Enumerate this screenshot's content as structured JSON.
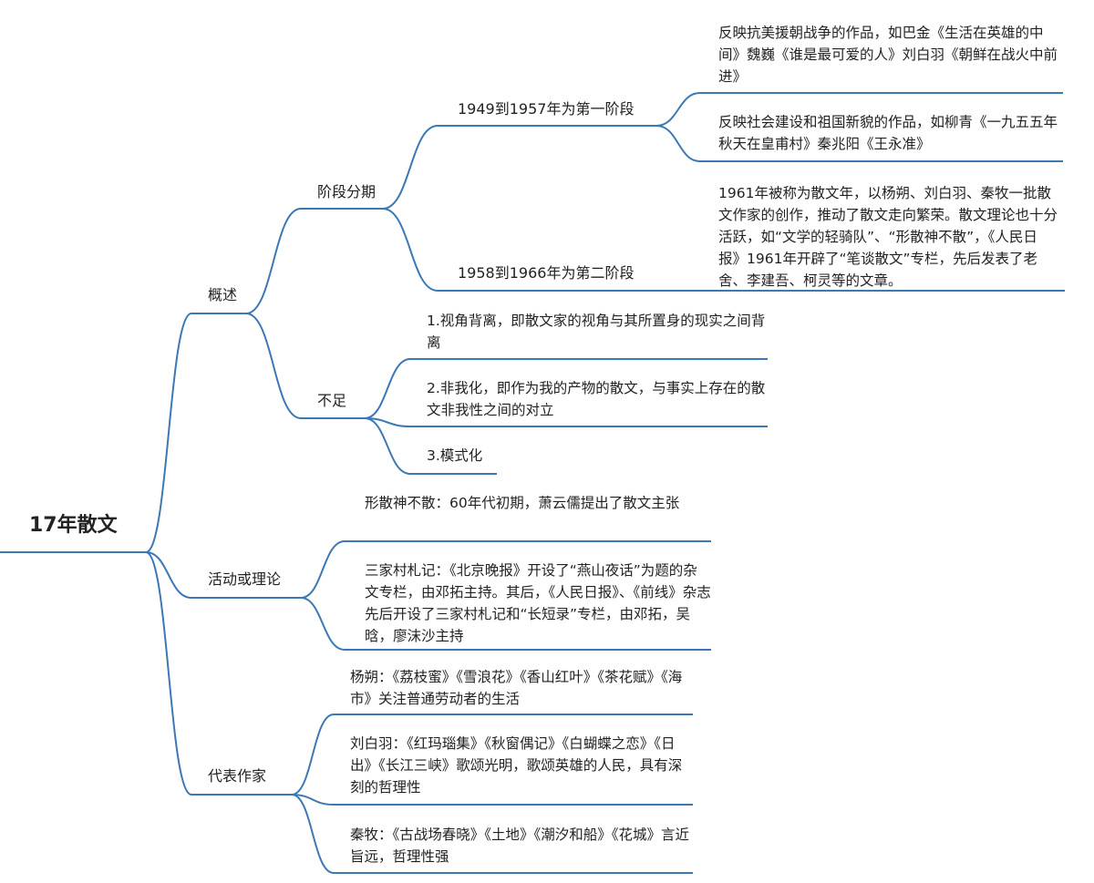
{
  "accent": "#3b78b4",
  "root": "17年散文",
  "overview": {
    "label": "概述",
    "periods": {
      "label": "阶段分期",
      "stage1": {
        "label": "1949到1957年为第一阶段",
        "items": [
          "反映抗美援朝战争的作品，如巴金《生活在英雄的中间》魏巍《谁是最可爱的人》刘白羽《朝鲜在战火中前进》",
          "反映社会建设和祖国新貌的作品，如柳青《一九五五年秋天在皇甫村》秦兆阳《王永准》"
        ]
      },
      "stage2": {
        "label": "1958到1966年为第二阶段",
        "items": [
          "1961年被称为散文年，以杨朔、刘白羽、秦牧一批散文作家的创作，推动了散文走向繁荣。散文理论也十分活跃，如“文学的轻骑队”、“形散神不散”，《人民日报》1961年开辟了“笔谈散文”专栏，先后发表了老舍、李建吾、柯灵等的文章。"
        ]
      }
    },
    "shortcomings": {
      "label": "不足",
      "items": [
        "1.视角背离，即散文家的视角与其所置身的现实之间背离",
        "2.非我化，即作为我的产物的散文，与事实上存在的散文非我性之间的对立",
        "3.模式化"
      ]
    }
  },
  "activities": {
    "label": "活动或理论",
    "items": [
      "形散神不散：60年代初期，萧云儒提出了散文主张",
      "三家村札记：《北京晚报》开设了“燕山夜话”为题的杂文专栏，由邓拓主持。其后，《人民日报》、《前线》杂志先后开设了三家村札记和“长短录”专栏，由邓拓，吴晗，廖沫沙主持"
    ]
  },
  "writers": {
    "label": "代表作家",
    "items": [
      "杨朔：《荔枝蜜》《雪浪花》《香山红叶》《茶花赋》《海市》关注普通劳动者的生活",
      "刘白羽：《红玛瑙集》《秋窗偶记》《白蝴蝶之恋》《日出》《长江三峡》歌颂光明，歌颂英雄的人民，具有深刻的哲理性",
      "秦牧：《古战场春晓》《土地》《潮汐和船》《花城》言近旨远，哲理性强"
    ]
  }
}
